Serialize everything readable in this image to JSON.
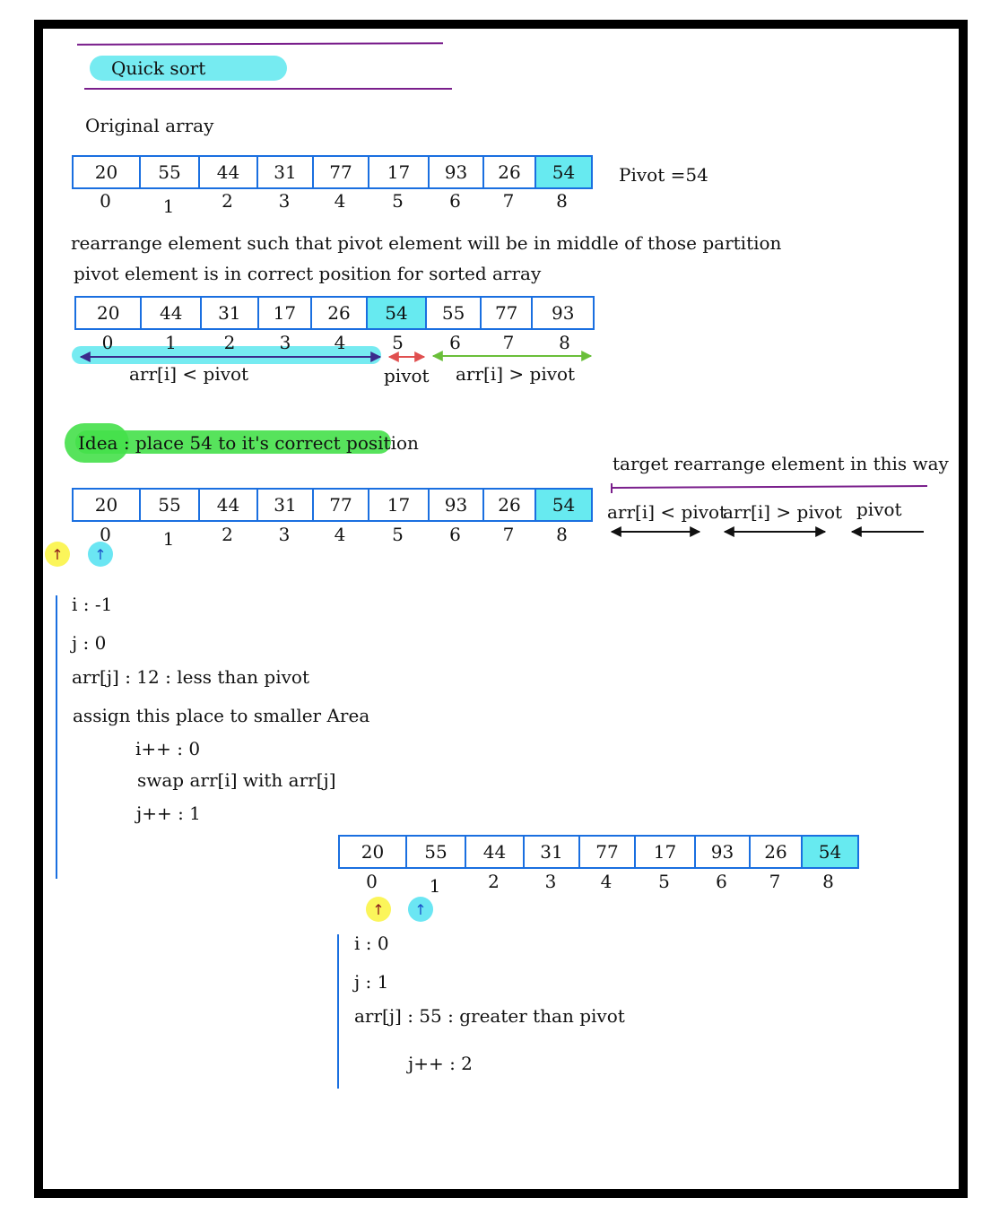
{
  "title": "Quick sort",
  "original_label": "Original array",
  "pivot_label": "Pivot =54",
  "original_array": {
    "values": [
      "20",
      "55",
      "44",
      "31",
      "77",
      "17",
      "93",
      "26",
      "54"
    ],
    "indices": [
      "0",
      "1",
      "2",
      "3",
      "4",
      "5",
      "6",
      "7",
      "8"
    ]
  },
  "desc_line1": "rearrange element such that pivot element will be in middle of those partition",
  "desc_line2": "pivot element is in correct position for sorted array",
  "sorted_array": {
    "values": [
      "20",
      "44",
      "31",
      "17",
      "26",
      "54",
      "55",
      "77",
      "93"
    ],
    "indices": [
      "0",
      "1",
      "2",
      "3",
      "4",
      "5",
      "6",
      "7",
      "8"
    ]
  },
  "partition_labels": {
    "less": "arr[i] < pivot",
    "pivot": "pivot",
    "greater": "arr[i] > pivot"
  },
  "idea_text": "Idea : place 54 to it's correct position",
  "target_text": "target rearrange element in this way",
  "target_labels": {
    "less": "arr[i] < pivot",
    "greater": "arr[i] > pivot",
    "pivot": "pivot"
  },
  "step1_array": {
    "values": [
      "20",
      "55",
      "44",
      "31",
      "77",
      "17",
      "93",
      "26",
      "54"
    ],
    "indices": [
      "0",
      "1",
      "2",
      "3",
      "4",
      "5",
      "6",
      "7",
      "8"
    ]
  },
  "step1": {
    "i": "i : -1",
    "j": "j : 0",
    "arrj": "arr[j] : 12 : less than pivot",
    "assign": "assign this place to smaller Area",
    "ipp": "i++ : 0",
    "swap": "swap arr[i] with arr[j]",
    "jpp": "j++ : 1"
  },
  "step2_array": {
    "values": [
      "20",
      "55",
      "44",
      "31",
      "77",
      "17",
      "93",
      "26",
      "54"
    ],
    "indices": [
      "0",
      "1",
      "2",
      "3",
      "4",
      "5",
      "6",
      "7",
      "8"
    ]
  },
  "step2": {
    "i": "i : 0",
    "j": "j : 1",
    "arrj": "arr[j] : 55 : greater than pivot",
    "jpp": "j++ : 2"
  },
  "pointer_glyph": "↑",
  "colors": {
    "cell_border": "#1a6fe0",
    "pivot_fill": "#67eaf0",
    "idea_highlight": "#45e04a",
    "title_line": "#7a1f8c"
  }
}
